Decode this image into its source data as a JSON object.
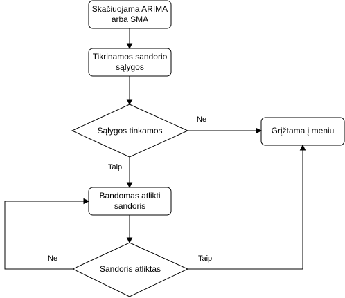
{
  "nodes": {
    "start": {
      "line1": "Skačiuojama ARIMA",
      "line2": "arba SMA"
    },
    "check": {
      "line1": "Tikrinamos sandorio",
      "line2": "sąlygos"
    },
    "decision1": {
      "text": "Sąlygos tinkamos"
    },
    "return": {
      "text": "Grįžtama į meniu"
    },
    "attempt": {
      "line1": "Bandomas atlikti",
      "line2": "sandoris"
    },
    "decision2": {
      "text": "Sandoris atliktas"
    }
  },
  "edges": {
    "d1_no": "Ne",
    "d1_yes": "Taip",
    "d2_no": "Ne",
    "d2_yes": "Taip"
  }
}
